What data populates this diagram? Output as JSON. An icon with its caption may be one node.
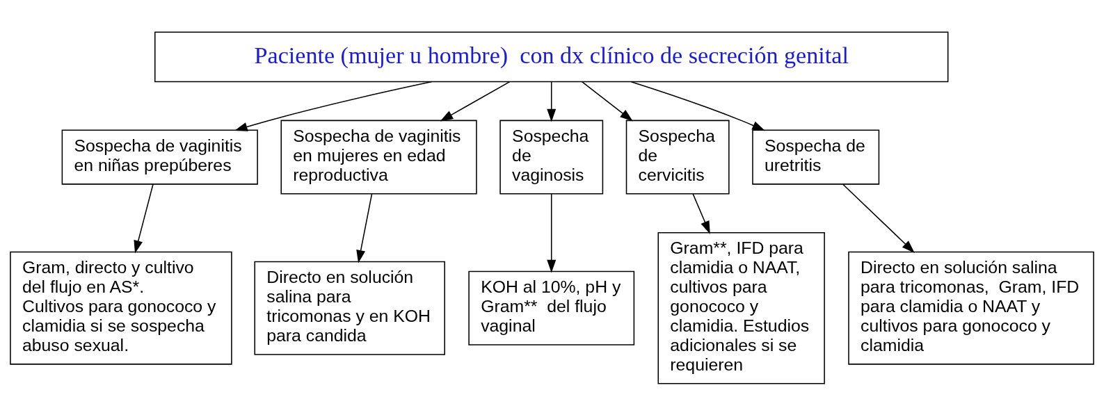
{
  "diagram": {
    "nodes": [
      {
        "text": [
          "Paciente (mujer u hombre)  con dx clínico de secreción genital"
        ]
      },
      {
        "text": [
          "Sospecha de vaginitis en niñas prepúberes"
        ]
      },
      {
        "text": [
          "Sospecha de vaginitis en mujeres en edad reproductiva"
        ]
      },
      {
        "text": [
          "Sospecha de vaginosis"
        ]
      },
      {
        "text": [
          "Sospecha de cervicitis"
        ]
      },
      {
        "text": [
          "Sospecha de uretritis"
        ]
      },
      {
        "text": [
          "Gram, directo y cultivo del flujo en AS*. Cultivos para gonococo y clamidia si se sospecha abuso sexual."
        ]
      },
      {
        "text": [
          "Directo en solución salina para tricomonas y en KOH para candida"
        ]
      },
      {
        "text": [
          "KOH al 10%, pH y Gram**  del flujo vaginal"
        ]
      },
      {
        "text": [
          "Gram**, IFD para clamidia o NAAT, cultivos para gonococo y clamidia. Estudios adicionales si se requieren"
        ]
      },
      {
        "text": [
          "Directo en solución salina para tricomonas,  Gram, IFD para clamidia o NAAT y cultivos para gonococo y clamidia"
        ]
      }
    ],
    "edges": [
      {
        "from": 0,
        "to": 1,
        "arrow": "to"
      },
      {
        "from": 0,
        "to": 2,
        "arrow": "to"
      },
      {
        "from": 0,
        "to": 3,
        "arrow": "to"
      },
      {
        "from": 0,
        "to": 4,
        "arrow": "to"
      },
      {
        "from": 0,
        "to": 5,
        "arrow": "to"
      },
      {
        "from": 1,
        "to": 6,
        "arrow": "to"
      },
      {
        "from": 2,
        "to": 7,
        "arrow": "to"
      },
      {
        "from": 3,
        "to": 8,
        "arrow": "to"
      },
      {
        "from": 4,
        "to": 9,
        "arrow": "to"
      },
      {
        "from": 5,
        "to": 10,
        "arrow": "to"
      }
    ]
  }
}
